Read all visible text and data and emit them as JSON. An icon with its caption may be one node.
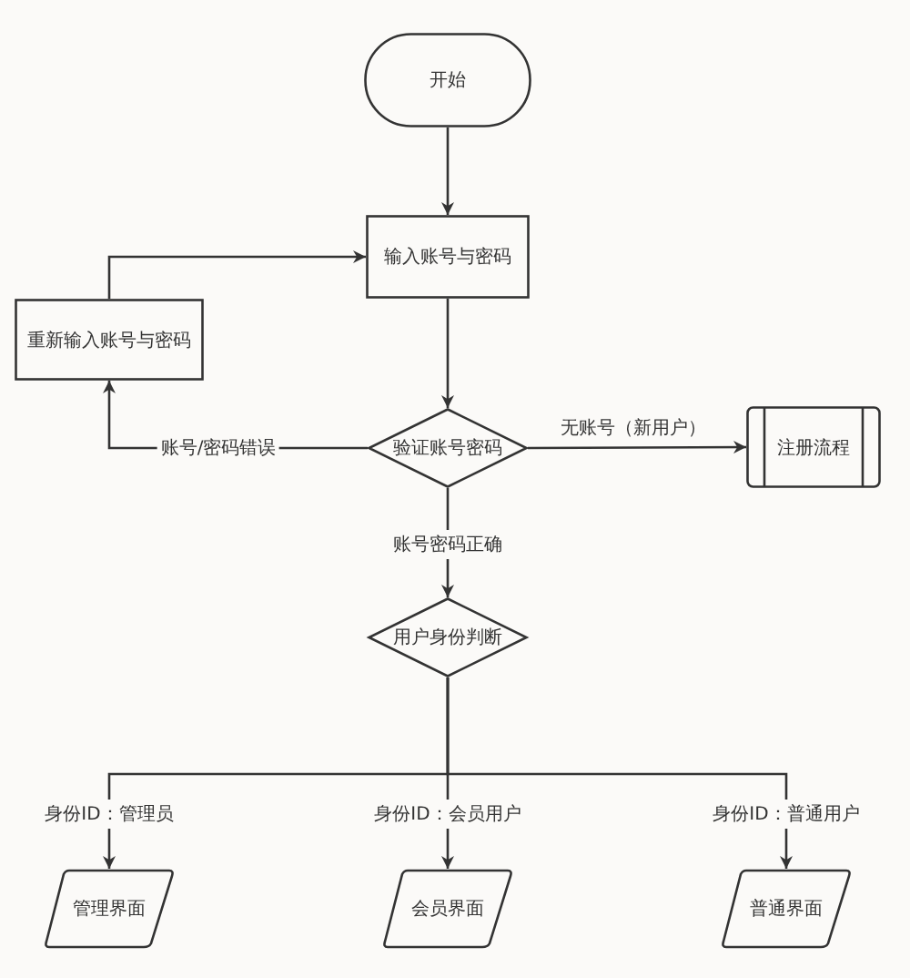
{
  "diagram": {
    "nodes": [
      {
        "text": [
          "开始"
        ]
      },
      {
        "text": [
          "输入账号与密码"
        ]
      },
      {
        "text": [
          "重新输入账号与密码"
        ]
      },
      {
        "text": [
          "验证账号密码"
        ]
      },
      {
        "text": [
          "注册流程"
        ]
      },
      {
        "text": [
          "用户身份判断"
        ]
      },
      {
        "text": [
          "管理界面"
        ]
      },
      {
        "text": [
          "会员界面"
        ]
      },
      {
        "text": [
          "普通界面"
        ]
      }
    ],
    "edges": [
      {
        "from": 0,
        "to": 1,
        "arrow": "to"
      },
      {
        "from": 1,
        "to": 3,
        "arrow": "to"
      },
      {
        "from": 3,
        "to": 2,
        "arrow": "to",
        "label": "账号/密码错误"
      },
      {
        "from": 2,
        "to": 1,
        "arrow": "to"
      },
      {
        "from": 3,
        "to": 4,
        "arrow": "to",
        "label": "无账号（新用户）"
      },
      {
        "from": 3,
        "to": 5,
        "arrow": "to",
        "label": "账号密码正确"
      },
      {
        "from": 5,
        "to": 6,
        "arrow": "to",
        "label": "身份ID：管理员"
      },
      {
        "from": 5,
        "to": 7,
        "arrow": "to",
        "label": "身份ID：会员用户"
      },
      {
        "from": 5,
        "to": 8,
        "arrow": "to",
        "label": "身份ID：普通用户"
      }
    ]
  }
}
